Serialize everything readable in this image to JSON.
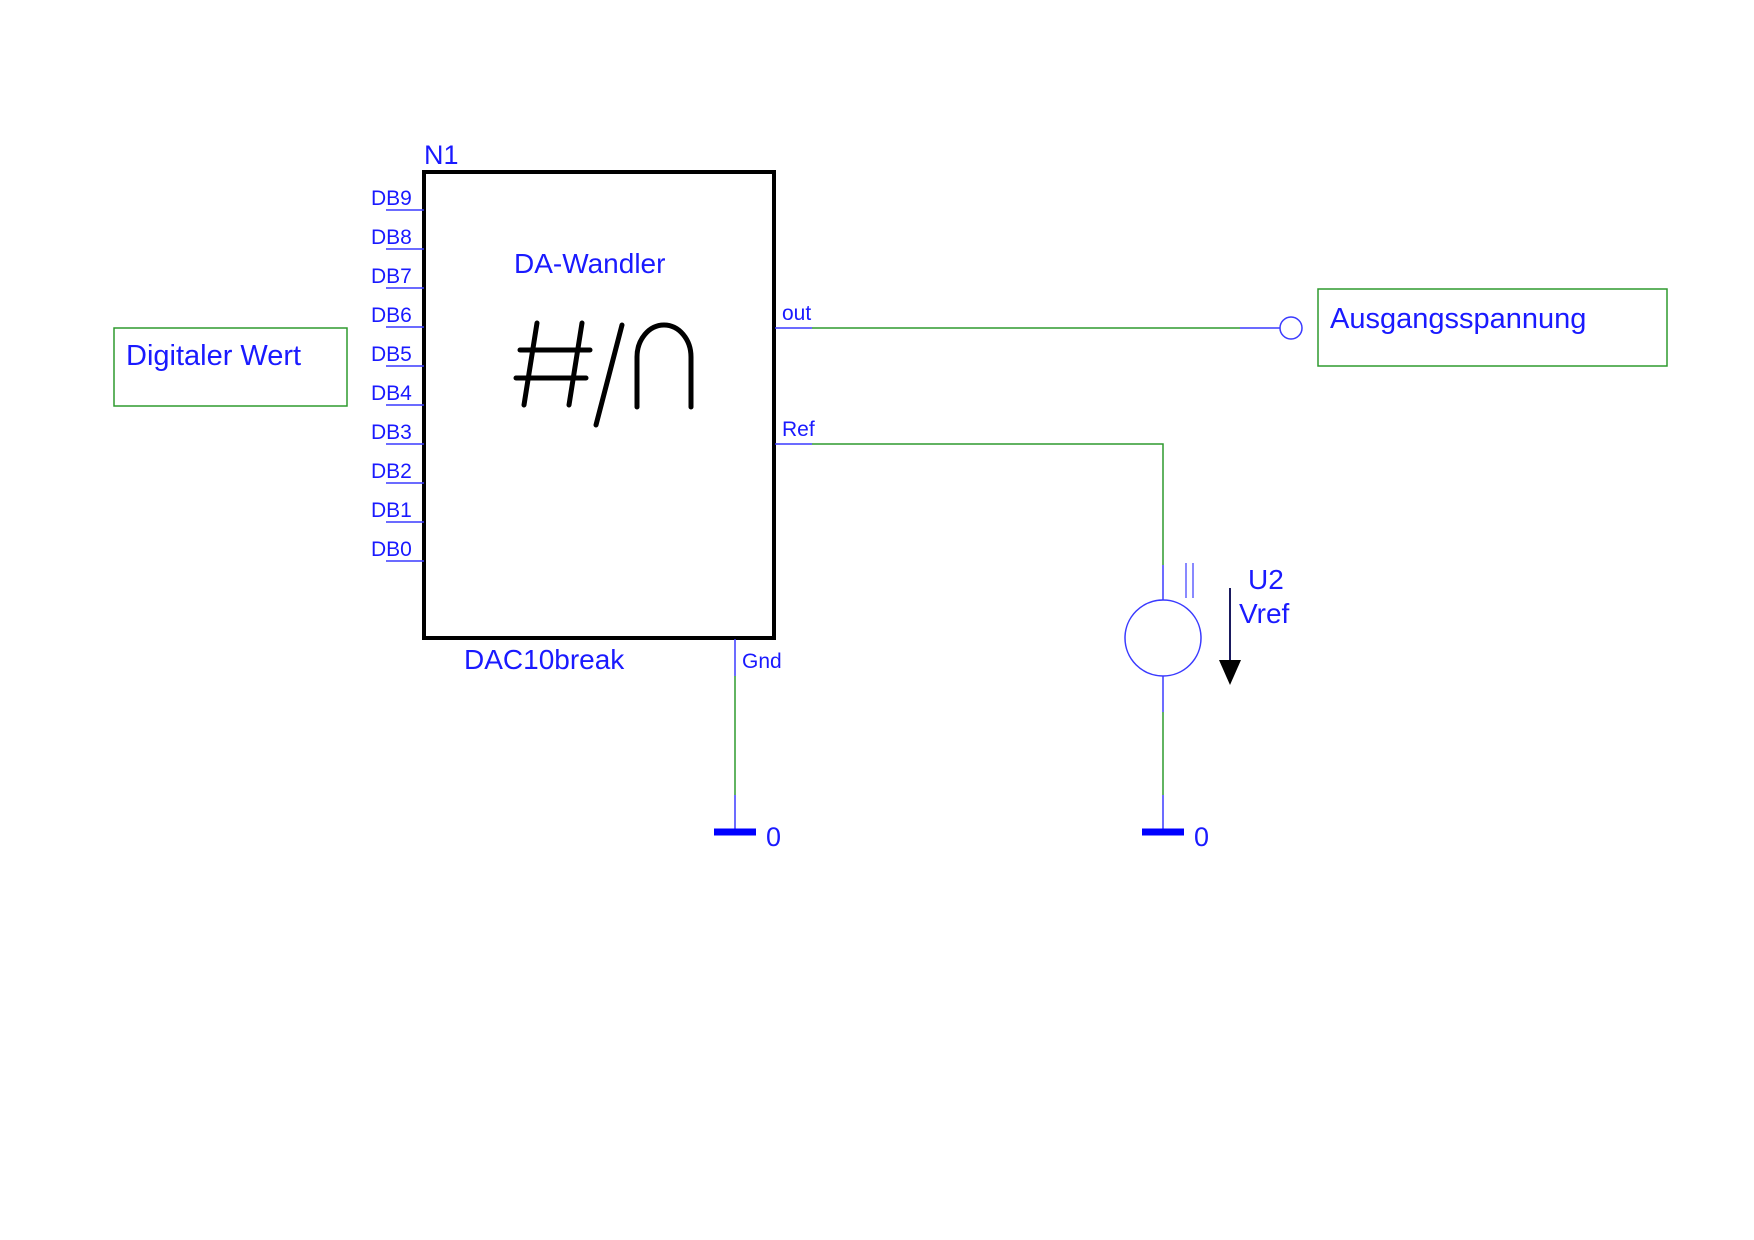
{
  "component": {
    "refdes": "N1",
    "title": "DA-Wandler",
    "symbol": "#/∩",
    "part": "DAC10break",
    "inputs": [
      "DB9",
      "DB8",
      "DB7",
      "DB6",
      "DB5",
      "DB4",
      "DB3",
      "DB2",
      "DB1",
      "DB0"
    ],
    "pin_out": "out",
    "pin_ref": "Ref",
    "pin_gnd": "Gnd"
  },
  "labels": {
    "input_box": "Digitaler Wert",
    "output_box": "Ausgangsspannung"
  },
  "source": {
    "refdes": "U2",
    "name": "Vref"
  },
  "grounds": [
    "0",
    "0"
  ],
  "colors": {
    "text": "#1a1aff",
    "wire": "#2e9a2e",
    "pin": "#3a3aff",
    "body": "#000000",
    "ground": "#0000ff"
  }
}
